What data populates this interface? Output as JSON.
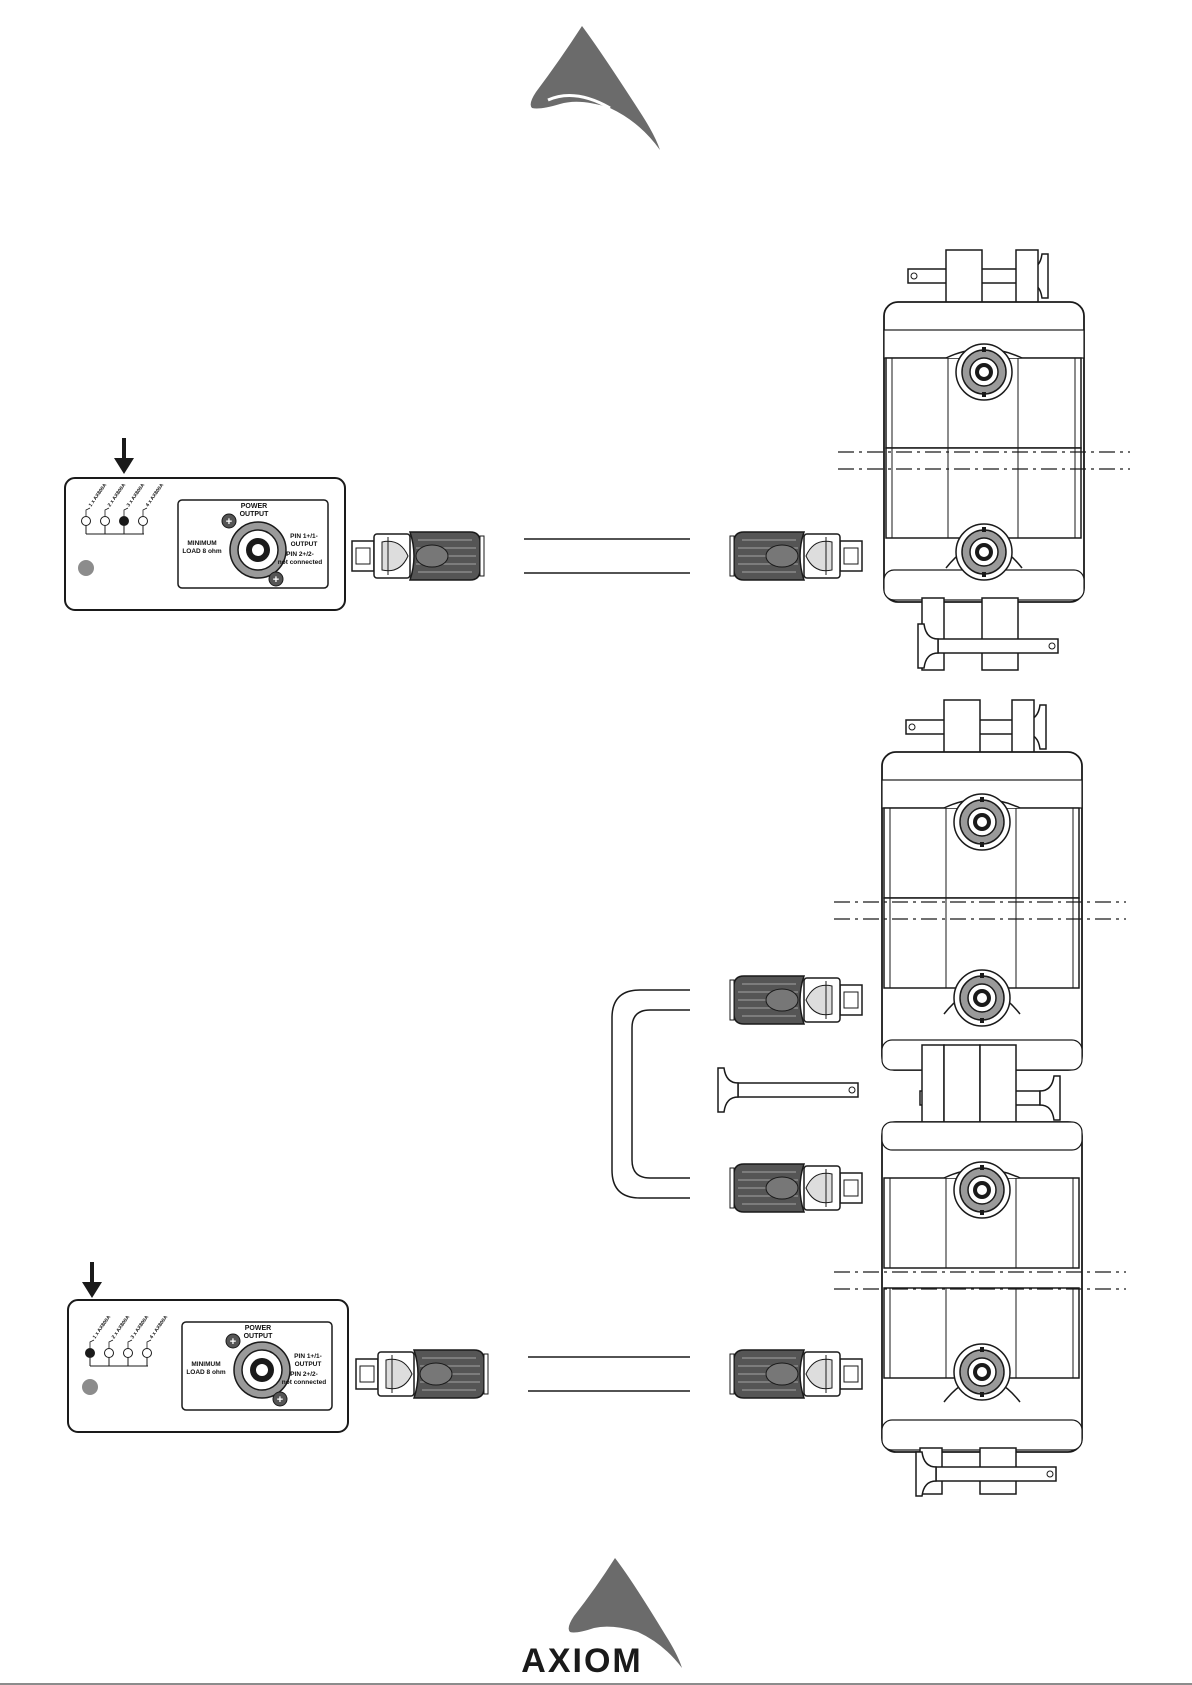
{
  "brand": {
    "name": "AXIOM",
    "logo_color": "#6b6b6b",
    "text_color": "#1a1a1a"
  },
  "amp_panels": [
    {
      "id": "panel-top",
      "switch_labels": [
        "1 x AX800A",
        "2 x AX800A",
        "3 x AX800A",
        "4 x AX800A"
      ],
      "selected_index": 2,
      "power_output_label": "POWER\nOUTPUT",
      "minimum_load_label": "MINIMUM\nLOAD 8 ohm",
      "pin1_label": "PIN 1+/1-\nOUTPUT",
      "pin2_label": "PIN 2+/2-\nnot connected",
      "arrow_icon": "arrow-down-icon"
    },
    {
      "id": "panel-bottom",
      "switch_labels": [
        "1 x AX800A",
        "2 x AX800A",
        "3 x AX800A",
        "4 x AX800A"
      ],
      "selected_index": 0,
      "power_output_label": "POWER\nOUTPUT",
      "minimum_load_label": "MINIMUM\nLOAD 8 ohm",
      "pin1_label": "PIN 1+/1-\nOUTPUT",
      "pin2_label": "PIN 2+/2-\nnot connected",
      "arrow_icon": "arrow-down-icon"
    }
  ],
  "colors": {
    "line": "#1a1a1a",
    "connector_grip": "#555555",
    "connector_grip_light": "#8a8a8a",
    "socket_fill": "#9a9a9a",
    "led_gray": "#8c8c8c"
  },
  "icons": [
    "logo-icon",
    "arrow-down-icon",
    "speakon-connector-icon",
    "speakon-socket-icon"
  ]
}
